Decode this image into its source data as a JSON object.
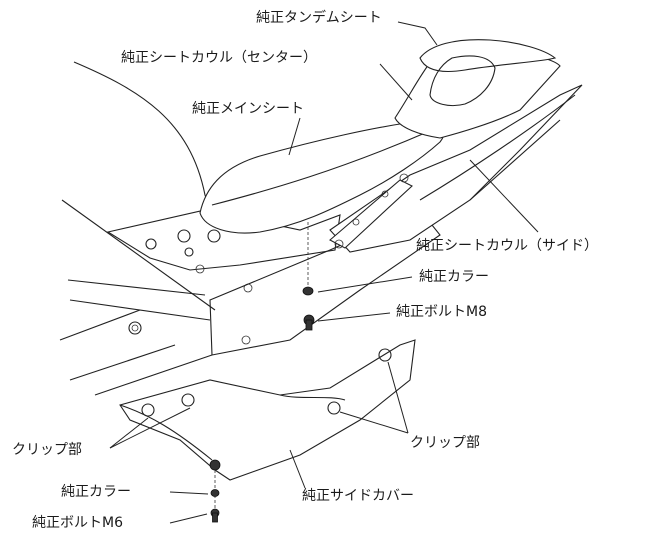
{
  "labels": {
    "tandem_seat": "純正タンデムシート",
    "seat_cowl_center": "純正シートカウル（センター）",
    "main_seat": "純正メインシート",
    "seat_cowl_side": "純正シートカウル（サイド）",
    "collar_upper": "純正カラー",
    "bolt_m8": "純正ボルトM8",
    "clip_left": "クリップ部",
    "clip_right": "クリップ部",
    "collar_lower": "純正カラー",
    "side_cover": "純正サイドカバー",
    "bolt_m6": "純正ボルトM6"
  }
}
